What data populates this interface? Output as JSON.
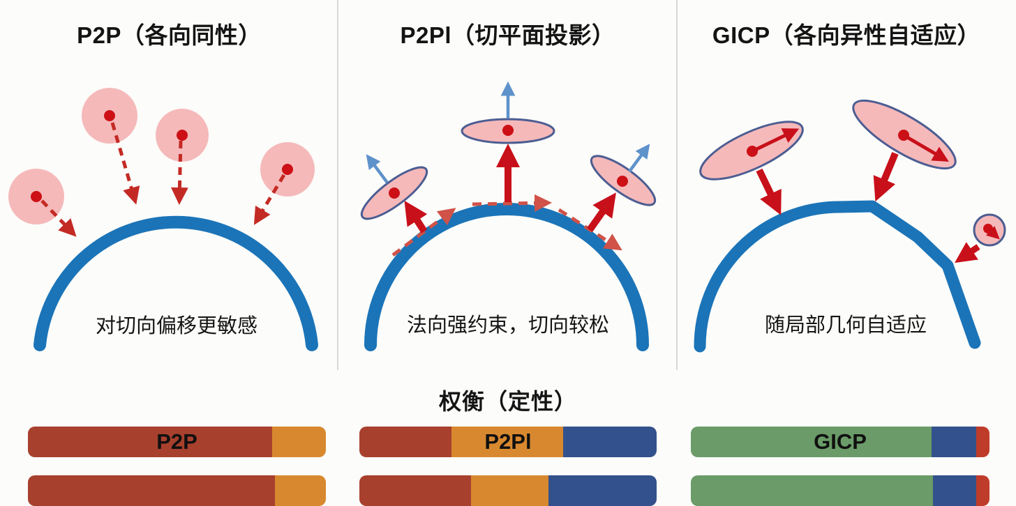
{
  "panels": [
    {
      "id": "p2p",
      "title": "P2P（各向同性）",
      "caption": "对切向偏移更敏感"
    },
    {
      "id": "p2pl",
      "title": "P2Pl（切平面投影）",
      "caption": "法向强约束，切向较松"
    },
    {
      "id": "gicp",
      "title": "GICP（各向异性自适应）",
      "caption": "随局部几何自适应"
    }
  ],
  "tradeoff": {
    "title": "权衡（定性）",
    "rows": [
      {
        "bars": [
          {
            "label": "P2P",
            "segments": [
              {
                "color": "red",
                "pct": 82
              },
              {
                "color": "orange",
                "pct": 18
              }
            ]
          },
          {
            "label": "P2Pl",
            "segments": [
              {
                "color": "red",
                "pct": 31
              },
              {
                "color": "orange",
                "pct": 37.5
              },
              {
                "color": "blue",
                "pct": 31.5
              }
            ]
          },
          {
            "label": "GICP",
            "segments": [
              {
                "color": "green",
                "pct": 80.5
              },
              {
                "color": "blue",
                "pct": 15
              },
              {
                "color": "redBright",
                "pct": 4.5
              }
            ]
          }
        ]
      },
      {
        "bars": [
          {
            "label": "",
            "segments": [
              {
                "color": "red",
                "pct": 83
              },
              {
                "color": "orange",
                "pct": 17
              }
            ]
          },
          {
            "label": "",
            "segments": [
              {
                "color": "red",
                "pct": 37.5
              },
              {
                "color": "orange",
                "pct": 26
              },
              {
                "color": "blue",
                "pct": 36.5
              }
            ]
          },
          {
            "label": "",
            "segments": [
              {
                "color": "green",
                "pct": 81
              },
              {
                "color": "blue",
                "pct": 14.5
              },
              {
                "color": "redBright",
                "pct": 4.5
              }
            ]
          }
        ]
      }
    ]
  },
  "colors": {
    "red": "#a7402d",
    "redBright": "#bf3c2a",
    "orange": "#d8892f",
    "blue": "#33518c",
    "green": "#6a9b68",
    "surfaceBlue": "#1b74b8",
    "pointRed": "#cc1016",
    "pinkFill": "#f5b9ba",
    "ellipseOutline": "#4c5d92",
    "normalBlue": "#5e92cb",
    "tangentSalmon": "#d05248",
    "dividerGray": "#d9d8d5"
  }
}
